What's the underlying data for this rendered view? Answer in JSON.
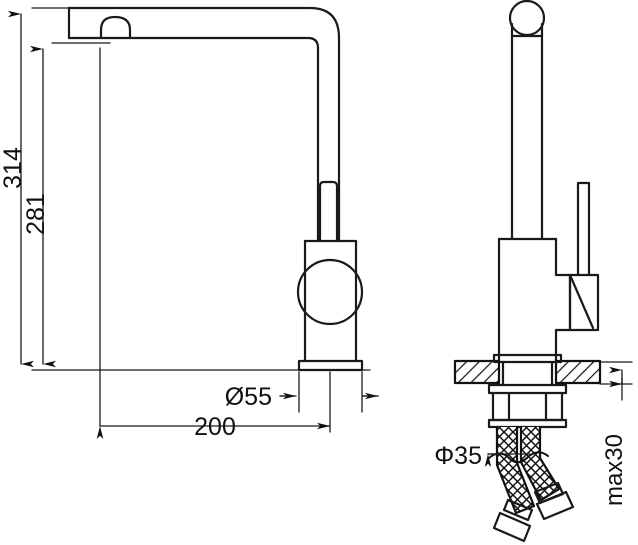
{
  "drawing": {
    "title": "Kitchen mixer tap technical dimension drawing",
    "type": "two-view-orthographic-line-drawing",
    "units": "mm",
    "line_color": "#1a1a1a",
    "background_color": "#ffffff",
    "views": [
      {
        "name": "side-elevation-view",
        "position": "left"
      },
      {
        "name": "front-elevation-section-view",
        "position": "right"
      }
    ]
  },
  "dimensions": {
    "overall_height": {
      "label": "314",
      "value": 314,
      "orientation": "vertical",
      "rotated": true
    },
    "spout_height": {
      "label": "281",
      "value": 281,
      "orientation": "vertical",
      "rotated": true
    },
    "base_diameter": {
      "label": "Ø55",
      "value": 55,
      "symbol": "diameter",
      "orientation": "horizontal"
    },
    "spout_reach": {
      "label": "200",
      "value": 200,
      "orientation": "horizontal"
    },
    "hole_diameter": {
      "label": "Φ35",
      "value": 35,
      "symbol": "phi",
      "orientation": "horizontal"
    },
    "max_counter_thickness": {
      "label": "max30",
      "value": 30,
      "orientation": "vertical",
      "rotated": true
    }
  }
}
